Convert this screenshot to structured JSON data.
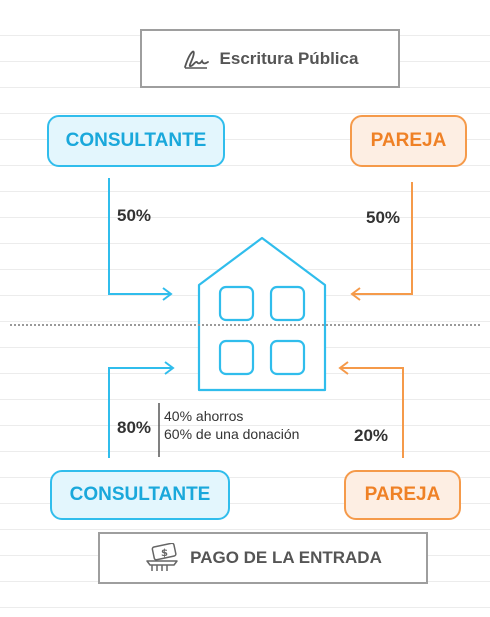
{
  "title": "Escritura Pública",
  "footer": "PAGO DE LA ENTRADA",
  "colors": {
    "blue": "#30bdec",
    "orange": "#f59a4a",
    "text": "#333333",
    "gray": "#9e9e9e"
  },
  "top": {
    "left_party": "CONSULTANTE",
    "right_party": "PAREJA",
    "left_share": "50%",
    "right_share": "50%"
  },
  "bottom": {
    "left_party": "CONSULTANTE",
    "right_party": "PAREJA",
    "left_share": "80%",
    "right_share": "20%",
    "left_breakdown": [
      "40% ahorros",
      "60% de una donación"
    ]
  },
  "icons": {
    "title": "signature-icon",
    "footer": "money-hand-icon",
    "center": "house-icon"
  }
}
